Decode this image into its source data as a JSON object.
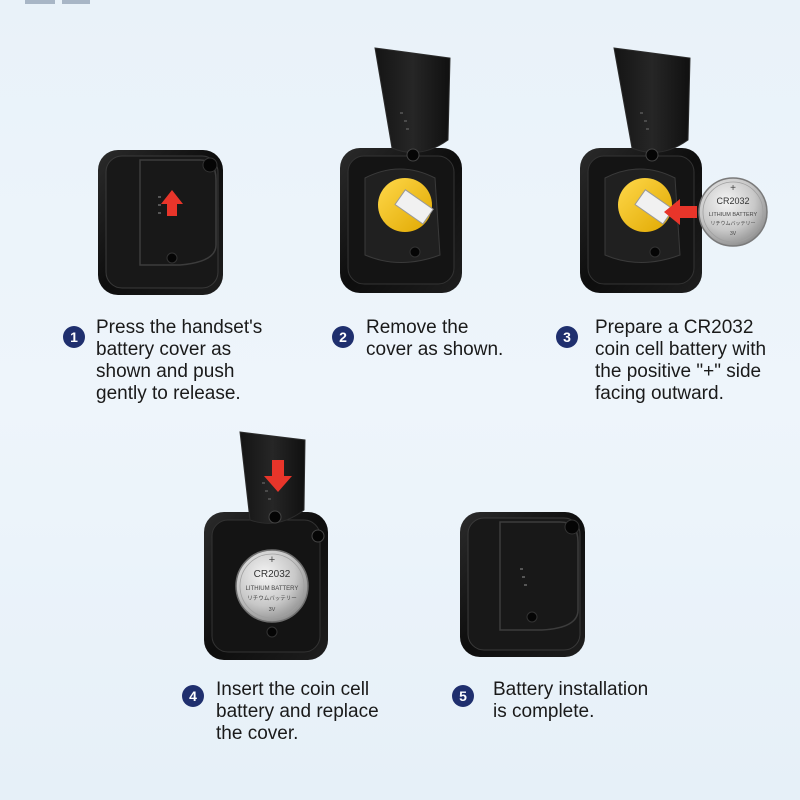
{
  "steps": [
    {
      "number": "1",
      "text": "Press the handset's\nbattery cover as\nshown and push\ngently to release."
    },
    {
      "number": "2",
      "text": "Remove the\ncover as shown."
    },
    {
      "number": "3",
      "text": "Prepare a CR2032\ncoin cell battery with\nthe positive \"+\" side\nfacing outward."
    },
    {
      "number": "4",
      "text": "Insert the coin cell\nbattery and replace\nthe cover."
    },
    {
      "number": "5",
      "text": "Battery installation\nis complete."
    }
  ],
  "battery": {
    "plus": "+",
    "model": "CR2032",
    "type": "LITHIUM BATTERY",
    "japanese": "リチウムバッテリー",
    "voltage": "3V"
  },
  "colors": {
    "device": "#111111",
    "accent_arrow": "#e8352a",
    "badge": "#1f2f6e",
    "holder": "#f5c518",
    "background": "#eaf3fa"
  }
}
